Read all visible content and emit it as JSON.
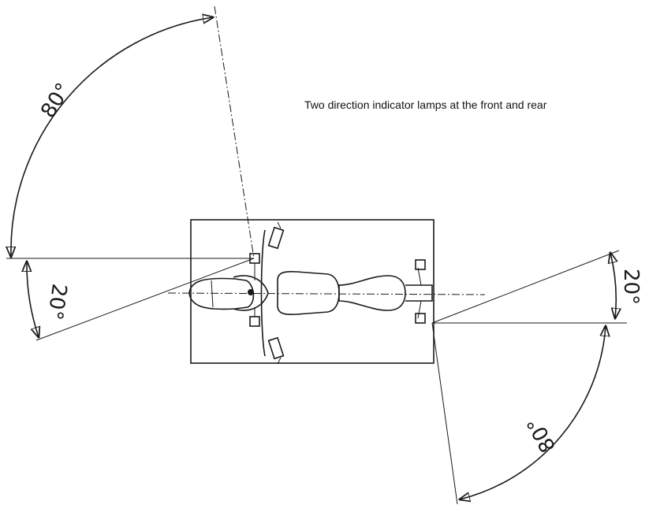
{
  "caption": "Two direction indicator lamps at the front and rear",
  "angles": {
    "front_outer": "80°",
    "front_inner": "20°",
    "rear_inner": "20°",
    "rear_outer": "80°"
  }
}
